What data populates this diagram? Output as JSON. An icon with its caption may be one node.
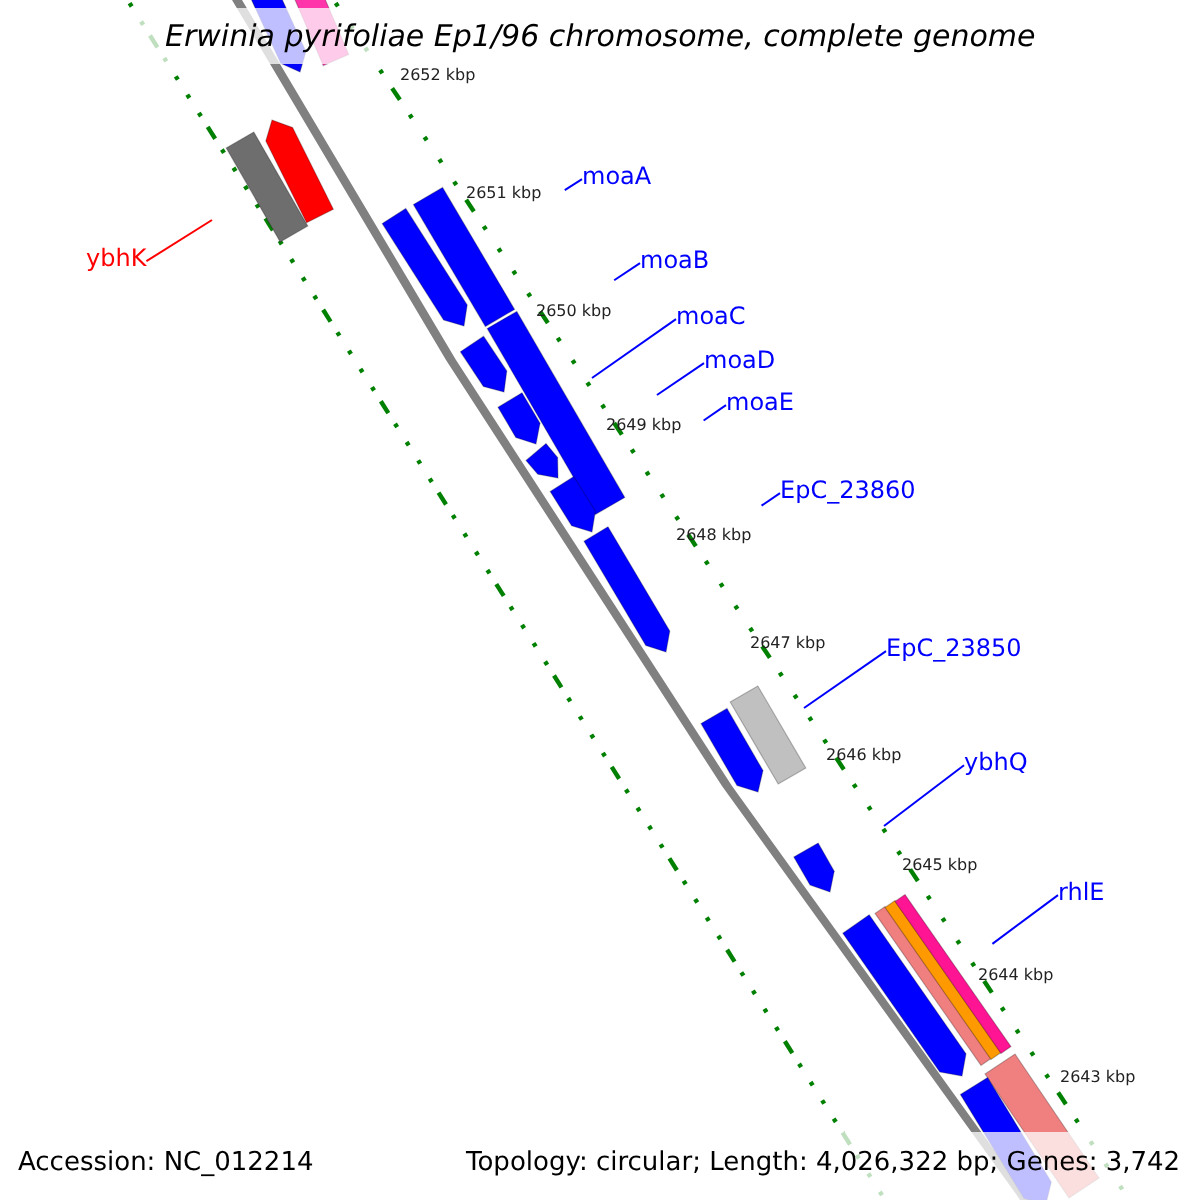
{
  "diagram": {
    "title": "Erwinia pyrifoliae Ep1/96 chromosome, complete genome",
    "nodes": [
      {
        "text": [
          "ybhK"
        ]
      },
      {
        "text": [
          "moaA"
        ]
      },
      {
        "text": [
          "moaB"
        ]
      },
      {
        "text": [
          "moaC"
        ]
      },
      {
        "text": [
          "moaD"
        ]
      },
      {
        "text": [
          "moaE"
        ]
      },
      {
        "text": [
          "EpC_23860"
        ]
      },
      {
        "text": [
          "EpC_23850"
        ]
      },
      {
        "text": [
          "ybhQ"
        ]
      },
      {
        "text": [
          "rhlE"
        ]
      }
    ],
    "edges": [
      {
        "from": 0,
        "to": null,
        "arrow": "none",
        "color": "#ff0000"
      },
      {
        "from": 1,
        "to": null,
        "arrow": "none"
      },
      {
        "from": 2,
        "to": null,
        "arrow": "none"
      },
      {
        "from": 3,
        "to": null,
        "arrow": "none"
      },
      {
        "from": 4,
        "to": null,
        "arrow": "none"
      },
      {
        "from": 5,
        "to": null,
        "arrow": "none"
      },
      {
        "from": 6,
        "to": null,
        "arrow": "none"
      },
      {
        "from": 7,
        "to": null,
        "arrow": "none"
      },
      {
        "from": 8,
        "to": null,
        "arrow": "none"
      },
      {
        "from": 9,
        "to": null,
        "arrow": "none"
      }
    ],
    "labels": [
      "2652 kbp",
      "2651 kbp",
      "2650 kbp",
      "2649 kbp",
      "2648 kbp",
      "2647 kbp",
      "2646 kbp",
      "2645 kbp",
      "2644 kbp",
      "2643 kbp",
      "Accession: NC_012214",
      "Topology: circular; Length: 4,026,322 bp; Genes: 3,742"
    ]
  }
}
